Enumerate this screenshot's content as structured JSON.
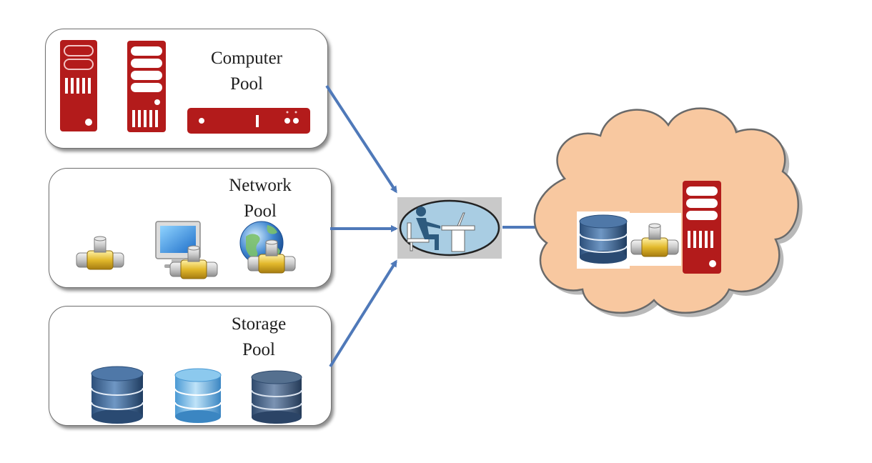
{
  "pools": {
    "computer": {
      "line1": "Computer",
      "line2": "Pool"
    },
    "network": {
      "line1": "Network",
      "line2": "Pool"
    },
    "storage": {
      "line1": "Storage",
      "line2": "Pool"
    }
  },
  "colors": {
    "server_red": "#b31b1b",
    "arrow_blue": "#4f79b9",
    "cloud_fill": "#f8c8a0",
    "cloud_stroke": "#6a6a6a",
    "pipe_yellow": "#e8c640",
    "db_blue": "#3d6a9c",
    "hub_panel": "#c9c9c9",
    "hub_ellipse": "#a9cde3"
  },
  "icons": [
    "server-tower-icon",
    "server-tower-icon",
    "rack-server-icon",
    "pipe-connector-icon",
    "monitor-connector-icon",
    "globe-connector-icon",
    "database-icon",
    "database-icon",
    "database-icon",
    "person-at-desk-icon",
    "cloud-icon"
  ]
}
